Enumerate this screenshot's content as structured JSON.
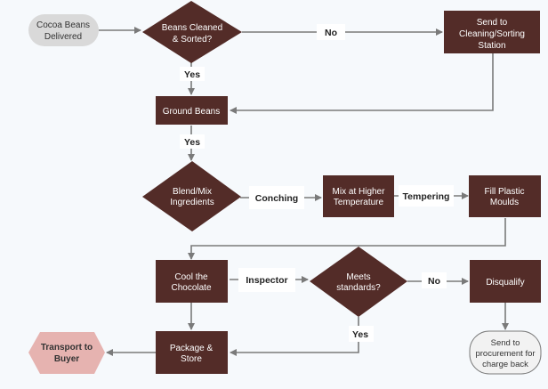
{
  "title": "Chocolate Production Flowchart",
  "colors": {
    "process_fill": "#532c28",
    "start_fill": "#d9d9d9",
    "end_fill": "#e6b3b0",
    "terminator_fill": "#f2f2f2",
    "edge": "#7a7a7a",
    "background": "#f6f9fc"
  },
  "nodes": {
    "cocoa_beans_delivered": [
      "Cocoa Beans",
      "Delivered"
    ],
    "beans_cleaned_sorted": [
      "Beans Cleaned",
      "& Sorted?"
    ],
    "send_to_cleaning": [
      "Send to",
      "Cleaning/Sorting",
      "Station"
    ],
    "ground_beans": [
      "Ground Beans"
    ],
    "blend_mix": [
      "Blend/Mix",
      "Ingredients"
    ],
    "mix_higher_temp": [
      "Mix at Higher",
      "Temperature"
    ],
    "fill_moulds": [
      "Fill Plastic",
      "Moulds"
    ],
    "cool_chocolate": [
      "Cool the",
      "Chocolate"
    ],
    "meets_standards": [
      "Meets",
      "standards?"
    ],
    "disqualify": [
      "Disqualify"
    ],
    "send_procurement": [
      "Send to",
      "procurement for",
      "charge back"
    ],
    "package_store": [
      "Package &",
      "Store"
    ],
    "transport_buyer": [
      "Transport to",
      "Buyer"
    ]
  },
  "edge_labels": {
    "no_1": "No",
    "yes_1": "Yes",
    "yes_2": "Yes",
    "conching": "Conching",
    "tempering": "Tempering",
    "inspector": "Inspector",
    "no_2": "No",
    "yes_3": "Yes"
  }
}
